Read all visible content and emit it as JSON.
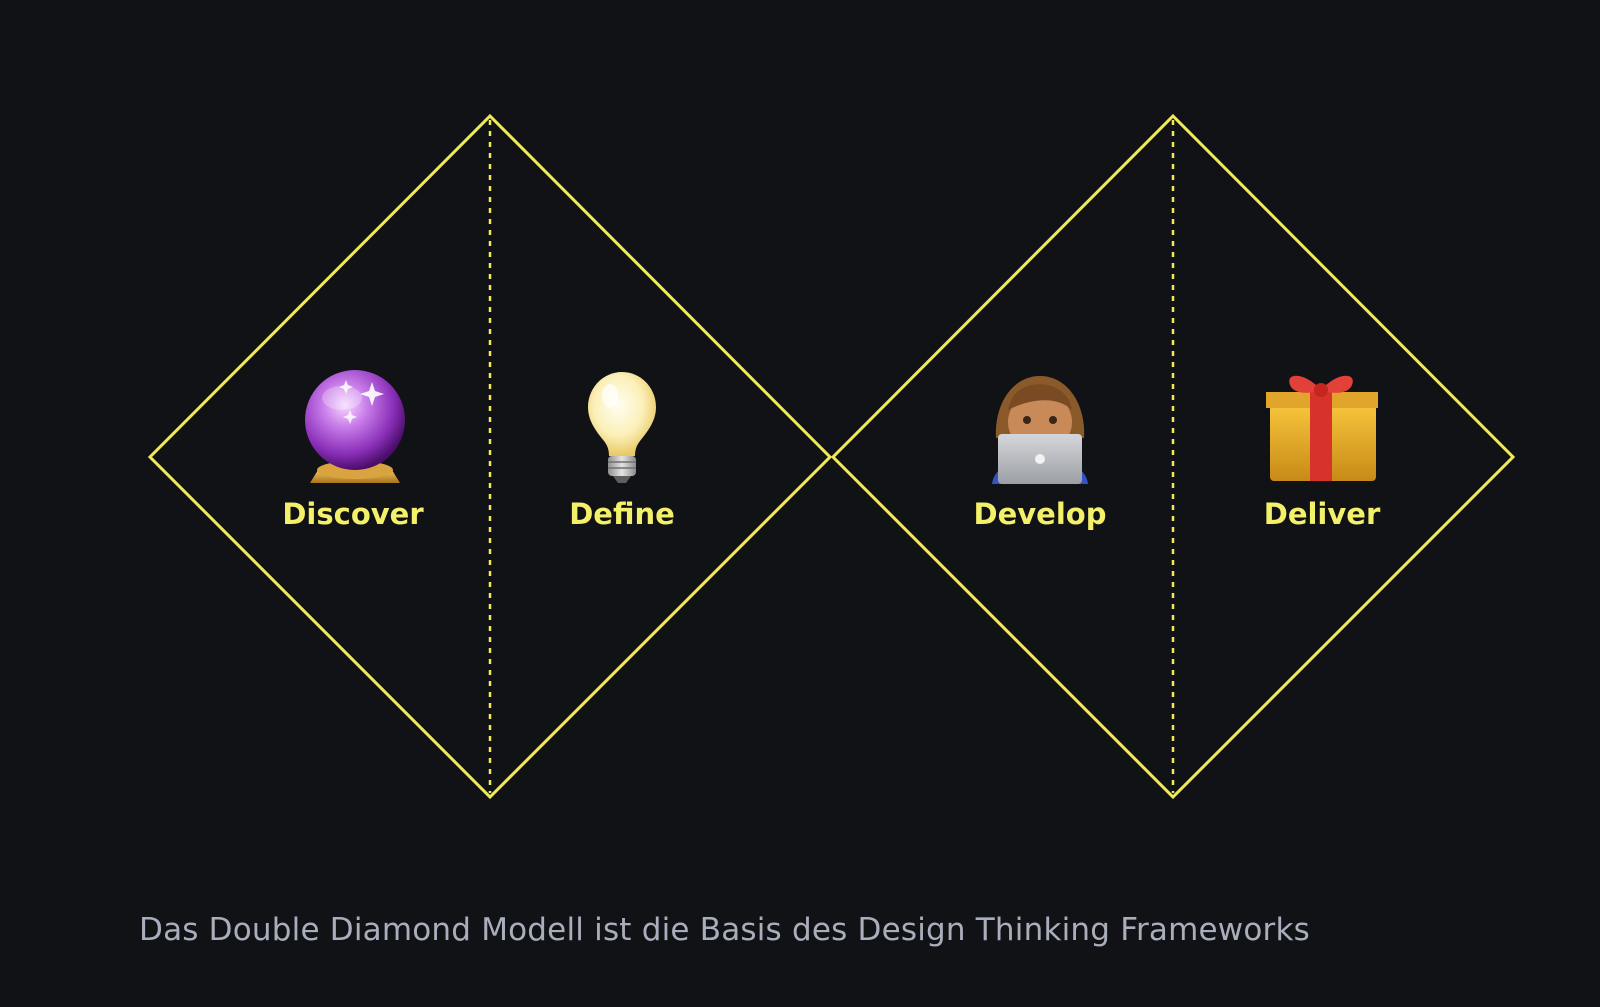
{
  "diagram": {
    "stages": [
      {
        "label": "Discover",
        "icon": "crystal-ball-icon"
      },
      {
        "label": "Define",
        "icon": "light-bulb-icon"
      },
      {
        "label": "Develop",
        "icon": "person-at-laptop-icon"
      },
      {
        "label": "Deliver",
        "icon": "gift-icon"
      }
    ],
    "line_color": "#f0ea5a",
    "label_color": "#f5f06a"
  },
  "caption": "Das Double Diamond Modell ist die Basis des Design Thinking Frameworks",
  "colors": {
    "background": "#111216",
    "caption": "#a9aebc"
  }
}
